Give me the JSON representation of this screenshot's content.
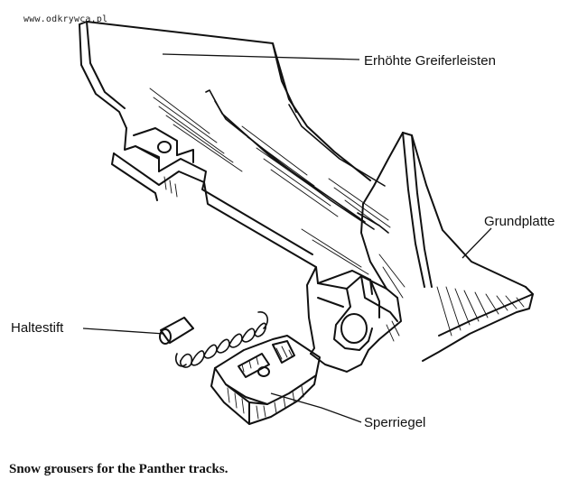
{
  "watermark": "www.odkrywca.pl",
  "labels": {
    "raised_grousers": "Erhöhte Greiferleisten",
    "base_plate": "Grundplatte",
    "retaining_pin": "Haltestift",
    "locking_bolt": "Sperriegel"
  },
  "caption": "Snow grousers for the Panther tracks."
}
